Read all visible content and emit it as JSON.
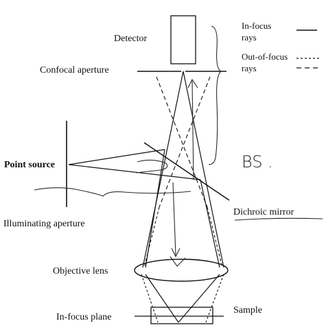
{
  "labels": {
    "detector": "Detector",
    "confocal_aperture": "Confocal aperture",
    "point_source": "Point source",
    "illuminating_aperture": "Illuminating aperture",
    "dichroic_mirror": "Dichroic mirror",
    "objective_lens": "Objective lens",
    "in_focus_plane": "In-focus plane",
    "sample": "Sample"
  },
  "legend": {
    "in_focus_line1": "In-focus",
    "in_focus_line2": "rays",
    "out_of_focus_line1": "Out-of-focus",
    "out_of_focus_line2": "rays"
  },
  "annotation": {
    "handwritten": "BS ."
  },
  "colors": {
    "ink": "#111111",
    "pen": "#2a2a2a"
  }
}
